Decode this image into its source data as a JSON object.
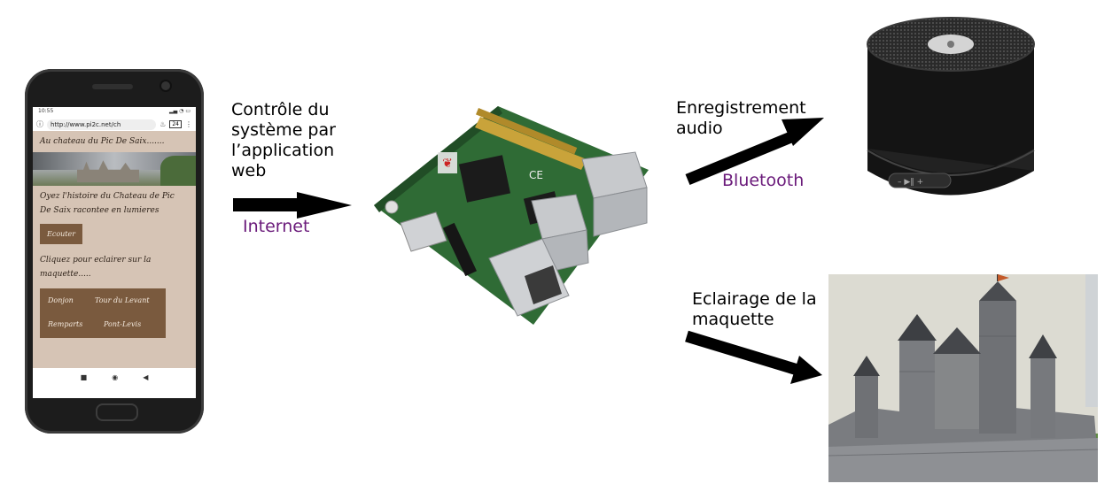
{
  "labels": {
    "control": [
      "Contrôle du",
      "système par",
      "l’application",
      "web"
    ],
    "internet": "Internet",
    "audio": [
      "Enregistrement",
      "audio"
    ],
    "bluetooth": "Bluetooth",
    "lighting": [
      "Eclairage de la",
      "maquette"
    ]
  },
  "colors": {
    "link_label": "#6a1a7a",
    "arrow": "#000000",
    "page_bg": "#d6c4b5",
    "button_bg": "#7a5a3e"
  },
  "phone": {
    "time": "10:55",
    "url": "http://www.pi2c.net/ch",
    "tabs_count": "24",
    "page_title": "Au chateau du Pic De Saix.......",
    "intro": [
      "Oyez l'histoire du Chateau de Pic",
      "De Saix racontee en lumieres"
    ],
    "listen_button": "Ecouter",
    "prompt": "Cliquez pour eclairer sur la maquette.....",
    "buttons": [
      "Donjon",
      "Tour du Levant",
      "Remparts",
      "Pont-Levis"
    ]
  },
  "icons": [
    "phone-illustration",
    "raspberry-pi-illustration",
    "bluetooth-speaker-illustration",
    "castle-model-photo"
  ]
}
